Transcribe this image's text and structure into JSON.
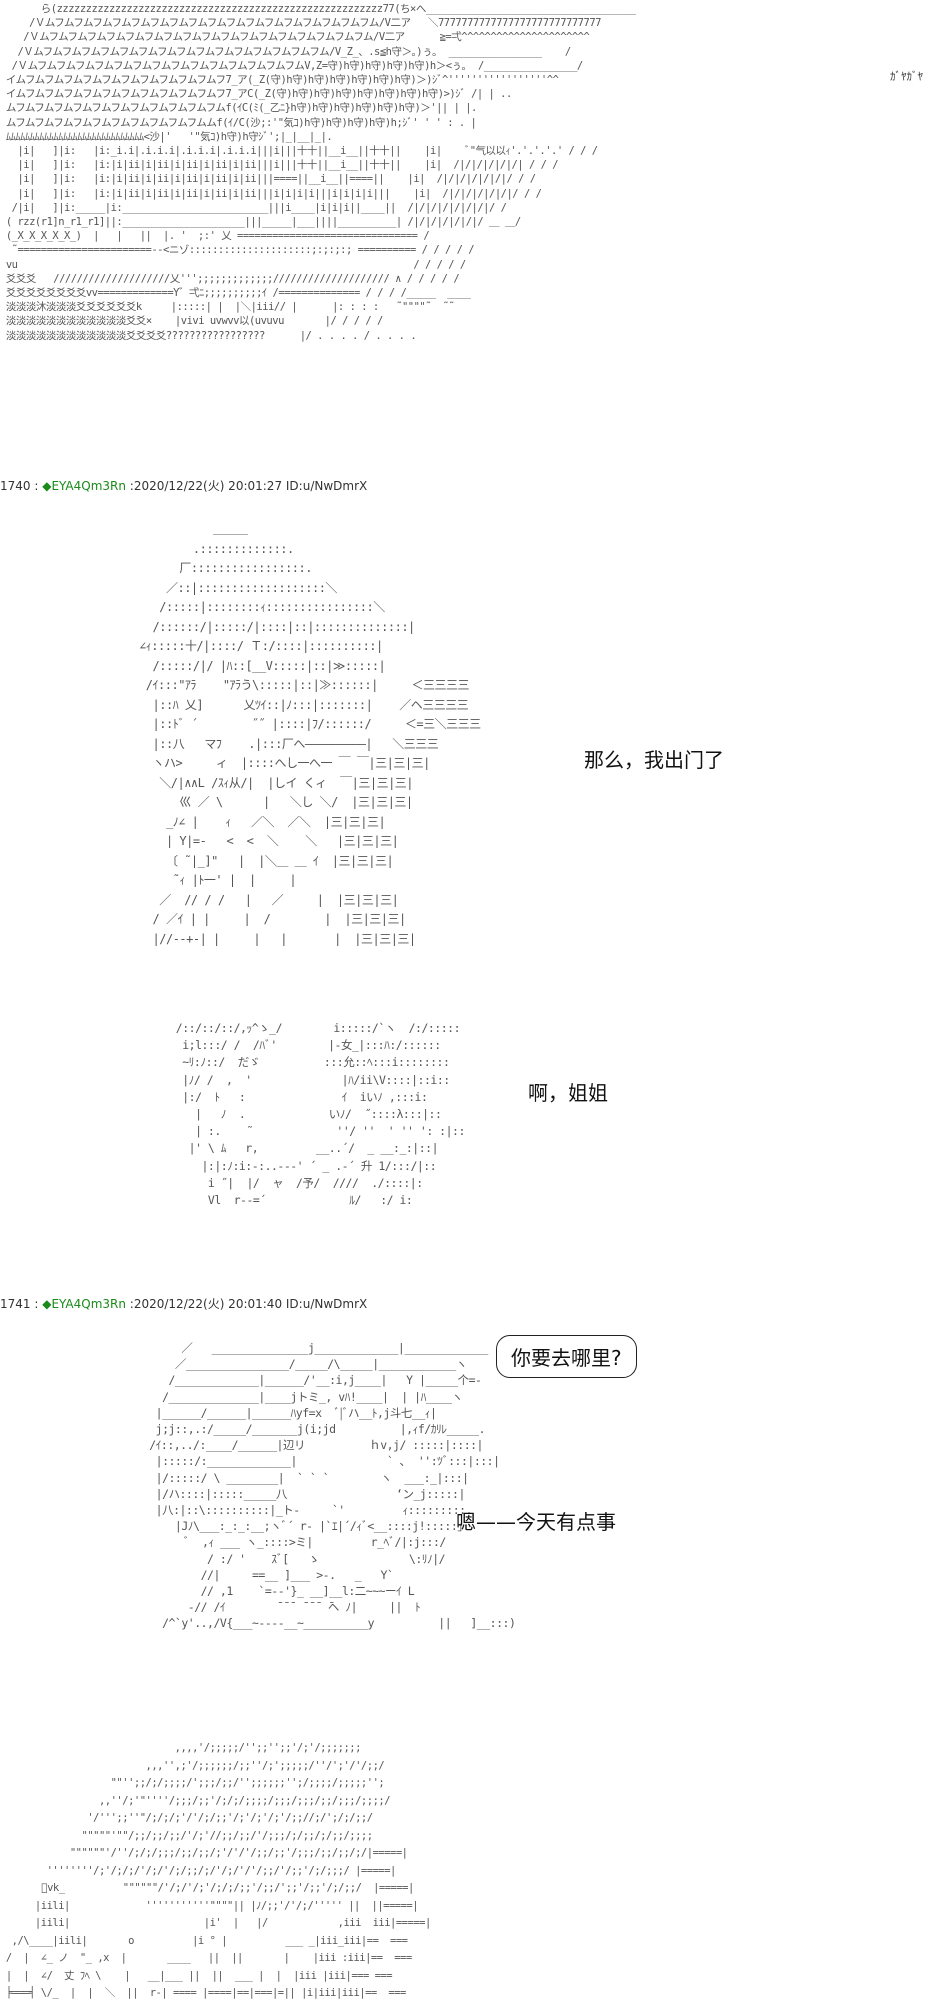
{
  "sfx": {
    "chatter": "ｶﾞﾔｶﾞﾔ"
  },
  "posts": [
    {
      "number": "1740",
      "separator": " : ",
      "trip": "◆EYA4Qm3Rn",
      "meta": " :2020/12/22(火) 20:01:27 ID:u/NwDmrX"
    },
    {
      "number": "1741",
      "separator": " : ",
      "trip": "◆EYA4Qm3Rn",
      "meta": " :2020/12/22(火) 20:01:40 ID:u/NwDmrX"
    }
  ],
  "dialogue": {
    "line1": "那么，我出门了",
    "line2": "啊，姐姐",
    "line3": "你要去哪里?",
    "line4": "嗯——今天有点事"
  },
  "art": {
    "scene1": "       ら(zzzzzzzzzzzzzzzzzzzzzzzzzzzzzzzzzzzzzzzzzzzzzzzzzzzzzzzz77(ち×へ____________________________________\n     /Ｖムフムフムフムフムフムフムフムフムフムフムフムフムフムフムフムフムフム/V二ア   ＼7777777777777777777777777777\n    /Ｖムフムフムフムフムフムフムフムフムフムフムフムフムフムフムフムフムフム/V二ア      ≧=弌^^^^^^^^^^^^^^^^^^^^^^\n   /Ｖムフムフムフムフムフムフムフムフムフムフムフムフムフムフムフム/V_Z_、.s≦h守＞｡)ぅ｡  ________________    /\n  /ＶムフムフムフムフムフムフムフムフムフムフムフムフムフムフムV,Z=守)h守)h守)h守)h守)h＞<ぅ｡  /________________/\n イムフムフムフムフムフムフムフムフムフムフムフ7_ア(_Z(守)h守)h守)h守)h守)h守)h守)＞)ｼﾞ^'''''''''''''''''^^\n イムフムフムフムフムフムフムフムフムフムフムフ7_アC(_Z(守)h守)h守)h守)h守)h守)h守)h守)>)ｼﾞ /| | ..\n ムフムフムフムフムフムフムフムフムフムフムフムf(ｲC(ﾐ(_乙ﾆ}h守)h守)h守)h守)h守)h守)＞'|| | |.\n ムフムフムフムフムフムフムフムフムフムフムムf(ｲ/C(沙;:'\"気ｺ)h守)h守)h守)h守)h;ｼﾞ' ' ' : . |\n ﾑﾑﾑﾑﾑﾑﾑﾑﾑﾑﾑﾑﾑﾑﾑﾑﾑﾑﾑﾑﾑﾑﾑﾑﾑﾑﾑﾑﾑ<沙|'   '\"気ｺ)h守)h守ｼﾞ';|_|__|_|.\n   |i|   ]|i:   |i:_i.i|.i.i.i|.i.i.i|.i.i.i|||i|||十十||__i__||十十||    |i|    ﾞ\"气以以ｨ'.'.'.'.' / / /\n   |i|   ]|i:   |i:|i|ii|i|ii|i|ii|i|ii|i|ii|||i|||十十||__i__||十十||    |i|  /|/|/|/|/|/| / / /\n   |i|   ]|i:   |i:|i|ii|i|ii|i|ii|i|ii|i|ii|||====||__i__||====||    |i|  /|/|/|/|/|/|/ / /\n   |i|   ]|i:   |i:|i|ii|i|ii|i|ii|i|ii|i|ii|||i|i|i|i|||i|i|i|i|||    |i|  /|/|/|/|/|/|/ / /\n  /|i|   ]|i:_____|i:_________________________|||i____|i|i|i||____||  /|/|/|/|/|/|/|/ /\n ( rzz(r1]n_r1_r1]||:_____________________|||_____|___||||__________| /|/|/|/|/|/|/ ＿ ＿/\n (_X_X_X_X_X_)  |   |   ||  |. '  ;:' 乂 =============================== /\n  ˜=======================--<ニゾ:::::::::::::::::::::;:;:;:; ========== / / / / /\n vu                                                                    / / / / /\n 爻爻爻   ////////////////////乂''';;;;;;;;;;;;;//////////////////// ∧ / / / / /\n 爻爻爻爻爻爻爻爻vv=============Y゛弌ﾆ;;;;;;;;;;ｲ /============== / / / /_____  ____\n 淡淡淡沐淡淡淡爻爻爻爻爻爻k     |:::::| |  |＼|iii// |      |: : : :   ˜\"\"\"\"˜  ˜˜\n 淡淡淡淡淡淡淡淡淡淡淡淡爻爻×    |vivi uvwvv以(uvuvu       |/ / / / /\n 淡淡淡淡淡淡淡淡淡淡淡淡爻爻爻爻?????????????????      |/ . . . . / . . . .",
    "scene2": "                  ＿＿＿\n               .:::::::::::::.\n             厂:::::::::::::::::.\n           ／::|:::::::::::::::::::＼\n          /:::::|::::::::ｨ::::::::::::::::＼\n         /::::::/|:::::/|::::|::|::::::::::::::|\n       ∠ｨ:::::十/|::::/ Ｔ:/::::|::::::::::|\n         /:::::/|/ |ﾊ::[__V:::::|::|≫:::::|\n        /ｲ:::\"ｱﾗ    \"ｱﾗう\\:::::|::|≫::::::|     ＜三三三三\n         |::ﾊ 乂]      乂ﾂｲ::|ﾉ:::|:::::::|    ／ヘ三三三三\n         |::ﾄﾞ ´        ˝˝ |::::|ﾌ/::::::/     ＜=三＼三三三\n         |::八   マﾌ    .|:::厂へ―――――――――|   ＼三三三\n         ヽハ>     ィ  |::::へし一へ一 ￣ ￣|三|三|三|\n          ＼/|∧∧L /ｽｨ从/|  |しイ くィ  ￣|三|三|三|\n             巛 ／ \\      |   ＼し ＼/  |三|三|三|\n           _ﾉ∠ |    ｨ   ／＼  ／＼  |三|三|三|\n           | Y|=-   <  <  ＼    ＼   |三|三|三|\n           〔 ˜|_]\"   |  |＼＿ ＿ ｲ  |三|三|三|\n            ˜ｨ |ﾄ一' |  |     |      \n          ／  // / /   |   ／     |  |三|三|三|\n         / ／ｲ | |     |  /        |  |三|三|三|\n         |//--+-| |     |   |       |  |三|三|三|",
    "scene3": "         /::/::/::/,ｯ^ゝ_/        i:::::/`ヽ  /:/:::::\n          i;l:::/ /  /ﾊﾞ'        |-女_|:::ﾊ:/::::::\n          ~ﾘ:ﾉ::/  だゞ          :::允::ﾍ:::i::::::::\n          |ﾉ/ /  ,  '              |ﾊ/ii\\V::::|::i::\n          |:/  ﾄ   :               ｲ  iいﾉ ,:::i:\n            |   ﾉ  .             いﾉ/  ˝::::λ:::|::\n            | :.    ˜             ''/ ''  ' '' ': :|::\n           |' \\ ﾑ   r,         __..´/  _ __:_:|::|\n             |:|:ﾉ:i:-:..---' ´ _ .-´ 升 1/:::/|::\n              i ˝|  |/  ャ  /予/  ////  ./::::|:\n              Vl  r--=´             ﾙ/   :/ i:",
    "scene4": "               ／   _______________j_____________|_____________ ヽ\n              ／________________/_____/\\_____|____________ヽ\n             /_____________|______/'__:i,j____|   Y |_____个=-\n            /______________|____jトミ_, vﾊ!____|  | |ﾊ____ヽ\n           |______/______|______ﾊyf=x  ﾞ|ﾞハ__ﾄ,j斗七__ｨ|\n           j;j::,.:/_____/_______j(i;jd          |,ｨf/ｶﾘﾚ_____.\n          /ｲ::,../:____/______|辺リ          ｈv,j/ :::::|::::|\n           |:::::/:_____________|              ` ､  '':ﾂﾞ:::|:::|\n           |/:::::/ \\ ________|  ` ` `        ヽ  ___:_|:::|\n           |/ハ::::|:::::_____八                 ‘ン_j:::::|\n           |八:|::\\::::::::::|_ト-     `'         ｨ:::::::::.\n              |Jﾉ\\___:_:_:__;ヽﾞ´ r- |`ｴ|´/ｨﾞ<__::::j!:::::｣\n                ﾞ  ,ｨ ___ ヽ_::::>ミ|         r_ﾍﾞ/|:j:::/\n                   / :/ '    ｽﾞ[   ゝ              \\:ﾘﾉ|/\n                  //|     ==__ ]___ >-.   _   Y`\n                  // ,1    `=--'}_ __]__l:二~~~ーｲ L\n                -// /ｲ        ̄ ̄ ̄  ̄ ̄ ̄  ̄ヘ ﾉ|     ||  ﾄ\n            /^`y'..,/V{___~----__~__________y          ||   ]__:::)",
    "scene5": "                              ,,,,'/;;;;;/'';;'';;'/;'/;;;;;;;\n                         ,,,'',;'/;;;;;;/;;''/;';;;;;/''/';'/'/;;/\n                   \"\"'';;/;/;;;;/';;;/;;/'';;;;;;'';/;;;;/;;;;;'';\n                 ,,''/;'\"''''/;;;/;;'/;/;/;;;;/;;;/;;;/;;/;;;/;;;;/\n               '/''';;''\"/;/;/;'/'/;/;;'/;'/;'/;'/;;//;/';/;/;;/\n              \"\"\"\"\"'\"\"/;;/;;/;;/'/;'//;;/;;/'/;;;/;/;;/;/;;/;;;;\n            \"\"\"\"\"\"'/''/;/;/;;;/;;/;;/;'/'/'/;;/;;'/;;;/;;/;;/;/|=====|\n        ''''''''/;'/;/;/'/;/'/;/;;/;/'/;/'/'/;;/'/;;'/;/;;;/ |=====|\n       ﾞvk_          \"\"\"\"\"\"/'/;/'/;'/;/;/;;'/;;/';;'/;;'/;/;;/  |=====|\n      |iili|             '''''''''''\"\"\"\"|| |ﾉ/;;'/'/;/''''' ||  ||=====|\n      |iili|                       |i'  |   |/            ,iii  iii|=====|\n  ,/\\____|iili|       o          |i ° |          ___ _|iii_iii|==  ===\n /  |  ∠_ ノ  \"_ ,x  |       ____   ||  ||       |    |iii :iii|==  ===\n |  |  ∠/  丈 ﾌﾍ \\    |   __|___ ||  ||  ___ |  |  |iii |iii|=== ===\n ╞═══╡ \\/_  |  |  ＼  ||  r-| ==== |====|==|===|=|| |i|iii|iii|==  ==="
  }
}
